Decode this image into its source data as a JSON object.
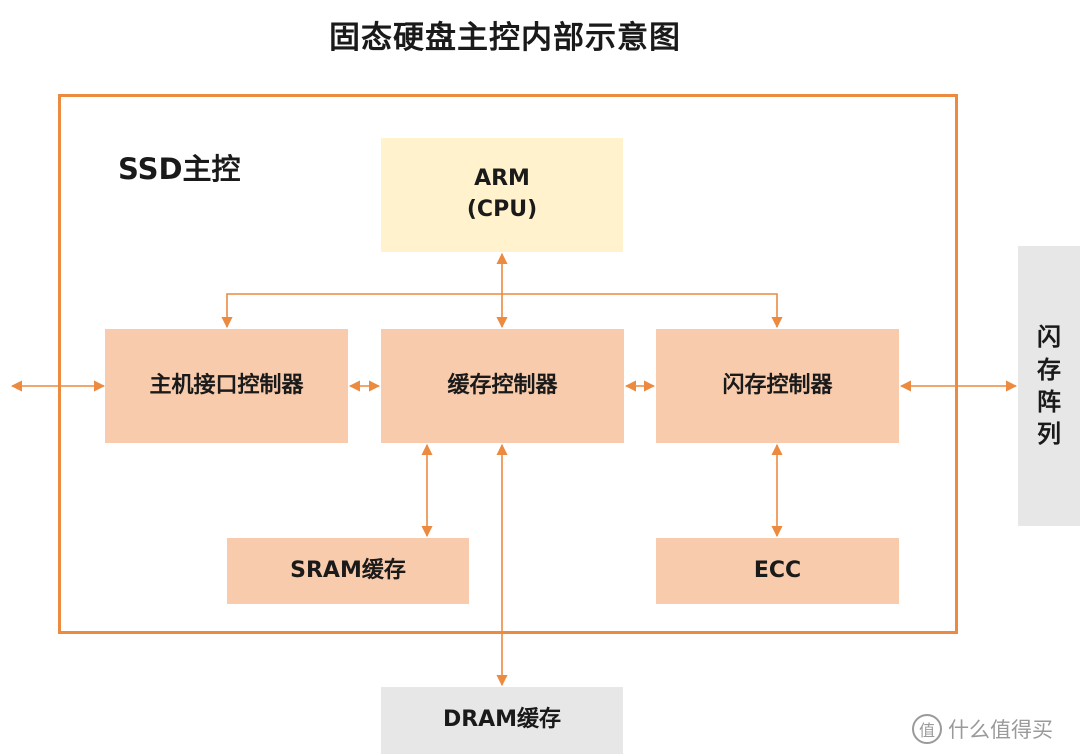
{
  "title": "固态硬盘主控内部示意图",
  "controller_label": "SSD主控",
  "blocks": {
    "arm": "ARM\n(CPU)",
    "host_controller": "主机接口控制器",
    "cache_controller": "缓存控制器",
    "flash_controller": "闪存控制器",
    "sram": "SRAM缓存",
    "ecc": "ECC",
    "dram": "DRAM缓存"
  },
  "flash_array": [
    "闪",
    "存",
    "阵",
    "列"
  ],
  "watermark": {
    "icon": "smzdm-logo-icon",
    "icon_glyph": "值",
    "text": "什么值得买"
  },
  "colors": {
    "frame_border": "#ec8a3f",
    "arrow": "#ec8a3f",
    "block_fill": "#f8cbad",
    "cpu_fill": "#fff2cc",
    "external_fill": "#e7e7e7"
  }
}
